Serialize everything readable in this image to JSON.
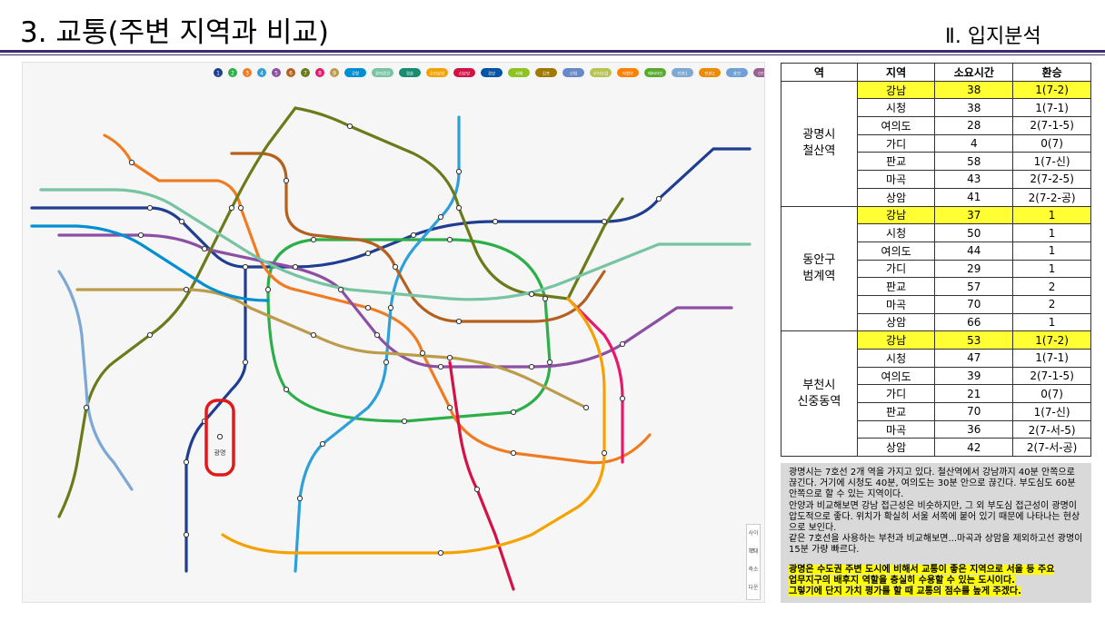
{
  "header": {
    "title": "3. 교통(주변 지역과 비교)",
    "section": "Ⅱ. 입지분석"
  },
  "map": {
    "legend_lines": [
      "1",
      "2",
      "3",
      "4",
      "5",
      "6",
      "7",
      "8",
      "9",
      "공항",
      "경의중앙",
      "경춘",
      "수인분당",
      "신분당",
      "경강",
      "서해",
      "김포",
      "신림",
      "우이신설",
      "의정부",
      "에버라인",
      "인천1",
      "인천2",
      "용인",
      "GTX-A"
    ],
    "highlight_station": "광명",
    "toolbar": [
      "사이즈",
      "확대",
      "축소",
      "다운로드"
    ]
  },
  "table": {
    "headers": [
      "역",
      "지역",
      "소요시간",
      "환승"
    ],
    "groups": [
      {
        "station": "광명시 철산역",
        "station_lines": [
          "광명시",
          "철산역"
        ],
        "rows": [
          {
            "region": "강남",
            "time": "38",
            "transfer": "1(7-2)",
            "highlight": true
          },
          {
            "region": "시청",
            "time": "38",
            "transfer": "1(7-1)",
            "highlight": false
          },
          {
            "region": "여의도",
            "time": "28",
            "transfer": "2(7-1-5)",
            "highlight": false
          },
          {
            "region": "가디",
            "time": "4",
            "transfer": "0(7)",
            "highlight": false
          },
          {
            "region": "판교",
            "time": "58",
            "transfer": "1(7-신)",
            "highlight": false
          },
          {
            "region": "마곡",
            "time": "43",
            "transfer": "2(7-2-5)",
            "highlight": false
          },
          {
            "region": "상암",
            "time": "41",
            "transfer": "2(7-2-공)",
            "highlight": false
          }
        ]
      },
      {
        "station": "동안구 범계역",
        "station_lines": [
          "동안구",
          "범계역"
        ],
        "rows": [
          {
            "region": "강남",
            "time": "37",
            "transfer": "1",
            "highlight": true
          },
          {
            "region": "시청",
            "time": "50",
            "transfer": "1",
            "highlight": false
          },
          {
            "region": "여의도",
            "time": "44",
            "transfer": "1",
            "highlight": false
          },
          {
            "region": "가디",
            "time": "29",
            "transfer": "1",
            "highlight": false
          },
          {
            "region": "판교",
            "time": "57",
            "transfer": "2",
            "highlight": false
          },
          {
            "region": "마곡",
            "time": "70",
            "transfer": "2",
            "highlight": false
          },
          {
            "region": "상암",
            "time": "66",
            "transfer": "1",
            "highlight": false
          }
        ]
      },
      {
        "station": "부천시 신중동역",
        "station_lines": [
          "부천시",
          "신중동역"
        ],
        "rows": [
          {
            "region": "강남",
            "time": "53",
            "transfer": "1(7-2)",
            "highlight": true
          },
          {
            "region": "시청",
            "time": "47",
            "transfer": "1(7-1)",
            "highlight": false
          },
          {
            "region": "여의도",
            "time": "39",
            "transfer": "2(7-1-5)",
            "highlight": false
          },
          {
            "region": "가디",
            "time": "21",
            "transfer": "0(7)",
            "highlight": false
          },
          {
            "region": "판교",
            "time": "70",
            "transfer": "1(7-신)",
            "highlight": false
          },
          {
            "region": "마곡",
            "time": "36",
            "transfer": "2(7-서-5)",
            "highlight": false
          },
          {
            "region": "상암",
            "time": "42",
            "transfer": "2(7-서-공)",
            "highlight": false
          }
        ]
      }
    ]
  },
  "notes": {
    "paragraphs": [
      "광명시는 7호선 2개 역을 가지고 있다. 철산역에서 강남까지 40분 안쪽으로 끊긴다. 거기에 시청도 40분, 여의도는 30분 안으로 끊긴다. 부도심도 60분 안쪽으로 할 수 있는 지역이다.",
      "안양과 비교해보면 강남 접근성은 비슷하지만, 그 외 부도심 접근성이 광명이 압도적으로 좋다. 위치가 확실히 서울 서쪽에 붙어 있기 때문에 나타나는 현상으로 보인다.",
      "같은 7호선을 사용하는 부천과 비교해보면...마곡과 상암을 제외하고선 광명이 15분 가량 빠르다."
    ],
    "conclusion": [
      "광명은 수도권 주변 도시에 비해서 교통이 좋은 지역으로 서울 등 주요",
      "업무지구의 배후지 역할을 충실히 수용할 수 있는 도시이다.",
      "그렇기에 단지 가치 평가를 할 때 교통의 점수를 높게 주겠다."
    ]
  },
  "colors": {
    "title_rule": "#3f2a6e",
    "highlight": "#ffff33",
    "note_bg": "#d9d9d9",
    "map_highlight": "#e01919",
    "line1": "#1f3e91",
    "line2": "#2cae49",
    "line3": "#f07c22",
    "line4": "#2d9fd9",
    "line5": "#8b50a4",
    "line6": "#b4611f",
    "line7": "#6c7a19",
    "line8": "#e6186c",
    "line9": "#bc9b4b"
  }
}
